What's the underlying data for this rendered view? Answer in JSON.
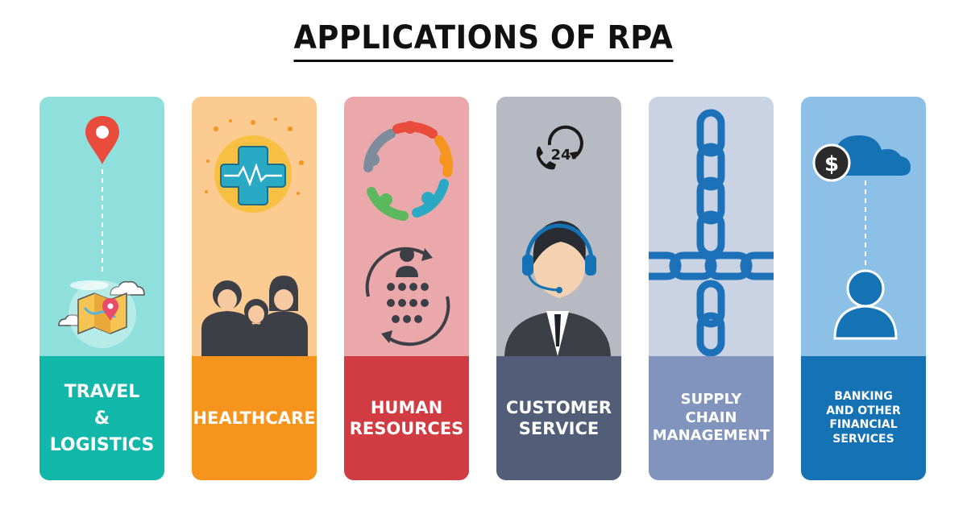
{
  "title": "APPLICATIONS OF RPA",
  "cards": [
    {
      "label_lines": [
        "TRAVEL",
        "&",
        "LOGISTICS"
      ],
      "bg": "#8fe0dc",
      "accent": "#11b8a9",
      "icons": [
        "location-pin-icon",
        "map-icon",
        "cloud-icon"
      ]
    },
    {
      "label_lines": [
        "HEALTHCARE"
      ],
      "bg": "#fccb92",
      "accent": "#f7941d",
      "icons": [
        "medical-cross-icon",
        "family-icon"
      ]
    },
    {
      "label_lines": [
        "HUMAN",
        "RESOURCES"
      ],
      "bg": "#eba8ab",
      "accent": "#d13b42",
      "icons": [
        "team-circle-icon",
        "staff-cycle-icon"
      ]
    },
    {
      "label_lines": [
        "CUSTOMER",
        "SERVICE"
      ],
      "bg": "#b7bac2",
      "accent": "#525d78",
      "icons": [
        "24h-phone-icon",
        "support-agent-icon"
      ],
      "badge_text": "24"
    },
    {
      "label_lines": [
        "SUPPLY",
        "CHAIN",
        "MANAGEMENT"
      ],
      "bg": "#c9d3e4",
      "accent": "#8094bd",
      "icons": [
        "chain-icon"
      ]
    },
    {
      "label_lines": [
        "BANKING",
        "AND OTHER",
        "FINANCIAL SERVICES"
      ],
      "bg": "#8cc0e6",
      "accent": "#1572b5",
      "icons": [
        "dollar-cloud-icon",
        "user-icon"
      ],
      "badge_text": "$"
    }
  ]
}
